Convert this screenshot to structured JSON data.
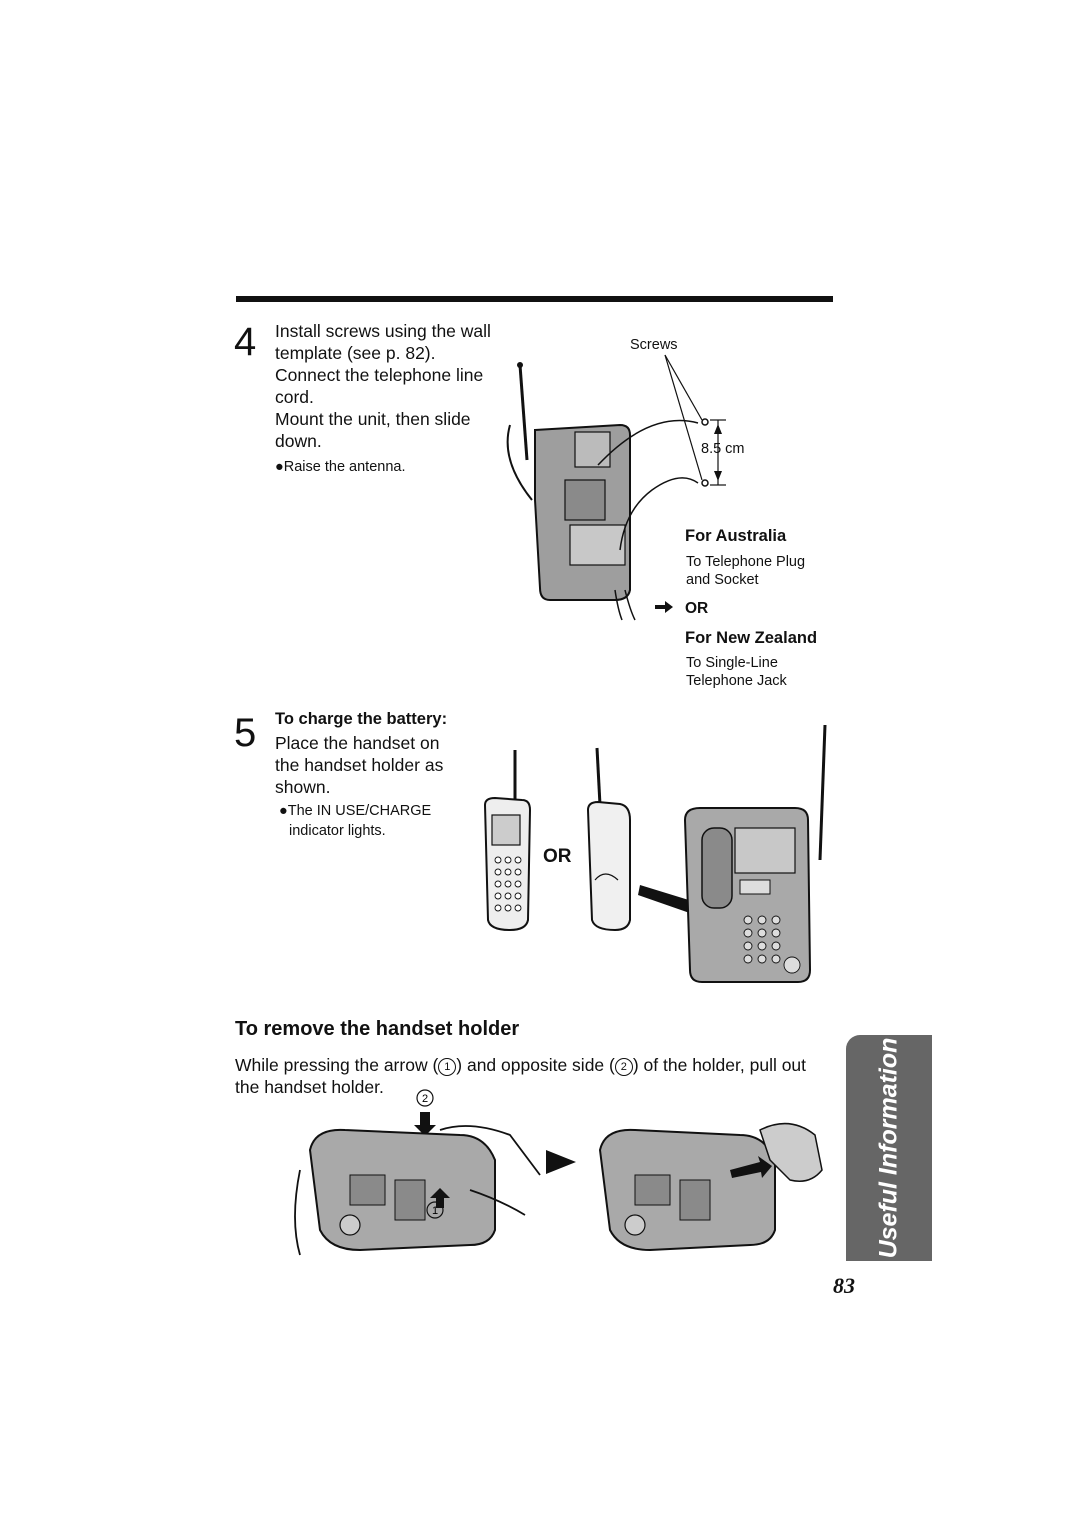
{
  "step4": {
    "number": "4",
    "lines": [
      "Install screws using the wall",
      "template (see p. 82).",
      "Connect the telephone line",
      "cord.",
      "Mount the unit, then slide",
      "down."
    ],
    "note": "●Raise the antenna."
  },
  "diagram1": {
    "screws_label": "Screws",
    "distance_label": "8.5 cm",
    "australia_heading": "For Australia",
    "australia_line1": "To Telephone Plug",
    "australia_line2": "and Socket",
    "or_label": "OR",
    "nz_heading": "For New Zealand",
    "nz_line1": "To Single-Line",
    "nz_line2": "Telephone Jack"
  },
  "step5": {
    "number": "5",
    "title": "To charge the battery:",
    "lines": [
      "Place the handset on",
      "the handset holder as",
      "shown."
    ],
    "note_line1": "●The IN USE/CHARGE",
    "note_line2": "indicator lights.",
    "or_label": "OR"
  },
  "remove_section": {
    "heading": "To remove the handset holder",
    "line1_a": "While pressing the arrow (",
    "marker1": "1",
    "line1_b": ") and opposite side (",
    "marker2": "2",
    "line1_c": ") of the holder, pull out",
    "line2": "the handset holder."
  },
  "side_tab": {
    "label": "Useful Information"
  },
  "page_number": "83"
}
